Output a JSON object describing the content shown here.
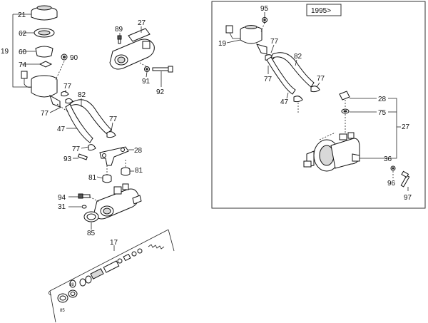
{
  "inset": {
    "year_label": "1995>"
  },
  "labels": {
    "l21": "21",
    "l62": "62",
    "l19": "19",
    "l60": "60",
    "l90": "90",
    "l74": "74",
    "l77a": "77",
    "l77b": "77",
    "l82": "82",
    "l47": "47",
    "l77c": "77",
    "l77d": "77",
    "l93": "93",
    "l28": "28",
    "l81a": "81",
    "l81b": "81",
    "l94": "94",
    "l31": "31",
    "l85": "85",
    "l17": "17",
    "l88s": "88",
    "l85s": "85",
    "l89": "89",
    "l27": "27",
    "l91": "91",
    "l92": "92",
    "r95": "95",
    "r19": "19",
    "r77a": "77",
    "r82": "82",
    "r77b": "77",
    "r77c": "77",
    "r47": "47",
    "r28": "28",
    "r75": "75",
    "r27": "27",
    "r36": "36",
    "r96": "96",
    "r97": "97"
  }
}
